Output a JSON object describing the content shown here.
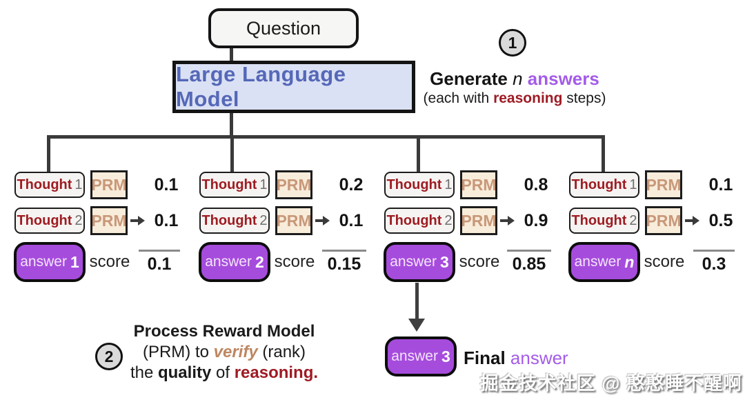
{
  "question": {
    "label": "Question"
  },
  "llm": {
    "label": "Large Language Model"
  },
  "step1": {
    "badge": "1",
    "title_generate": "Generate ",
    "title_n": "n",
    "title_answers": " answers",
    "sub_pre": "(each with ",
    "sub_reasoning": "reasoning",
    "sub_post": " steps)"
  },
  "step2": {
    "badge": "2",
    "line1": "Process Reward Model",
    "line2_pre": "(PRM) to ",
    "line2_verify": "verify",
    "line2_post": " (rank)",
    "line3_pre": "the ",
    "line3_quality": "quality",
    "line3_mid": " of ",
    "line3_reasoning": "reasoning."
  },
  "columns": [
    {
      "thought1_label": "Thought",
      "thought1_num": "1",
      "thought2_label": "Thought",
      "thought2_num": "2",
      "prm_label": "PRM",
      "score1": "0.1",
      "score2": "0.1",
      "answer_label": "answer",
      "answer_num": "1",
      "score_caption": "score",
      "total": "0.1"
    },
    {
      "thought1_label": "Thought",
      "thought1_num": "1",
      "thought2_label": "Thought",
      "thought2_num": "2",
      "prm_label": "PRM",
      "score1": "0.2",
      "score2": "0.1",
      "answer_label": "answer",
      "answer_num": "2",
      "score_caption": "score",
      "total": "0.15"
    },
    {
      "thought1_label": "Thought",
      "thought1_num": "1",
      "thought2_label": "Thought",
      "thought2_num": "2",
      "prm_label": "PRM",
      "score1": "0.8",
      "score2": "0.9",
      "answer_label": "answer",
      "answer_num": "3",
      "score_caption": "score",
      "total": "0.85"
    },
    {
      "thought1_label": "Thought",
      "thought1_num": "1",
      "thought2_label": "Thought",
      "thought2_num": "2",
      "prm_label": "PRM",
      "score1": "0.1",
      "score2": "0.5",
      "answer_label": "answer",
      "answer_num": "n",
      "score_caption": "score",
      "total": "0.3"
    }
  ],
  "final": {
    "answer_label": "answer",
    "answer_num": "3",
    "caption_final": "Final",
    "caption_answer": " answer"
  },
  "watermark": {
    "text": "掘金技术社区 @ 憨憨睡不醒啊"
  },
  "colors": {
    "answer_purple": "#a64cdd",
    "text_purple": "#a35ce8",
    "dark_red": "#9e1b24",
    "tan_verify": "#bf8660",
    "llm_text_indigo": "#5568b8",
    "llm_fill": "#dbe1f4",
    "prm_fill": "#f8ecda",
    "connector_line": "#3a3a3a"
  }
}
